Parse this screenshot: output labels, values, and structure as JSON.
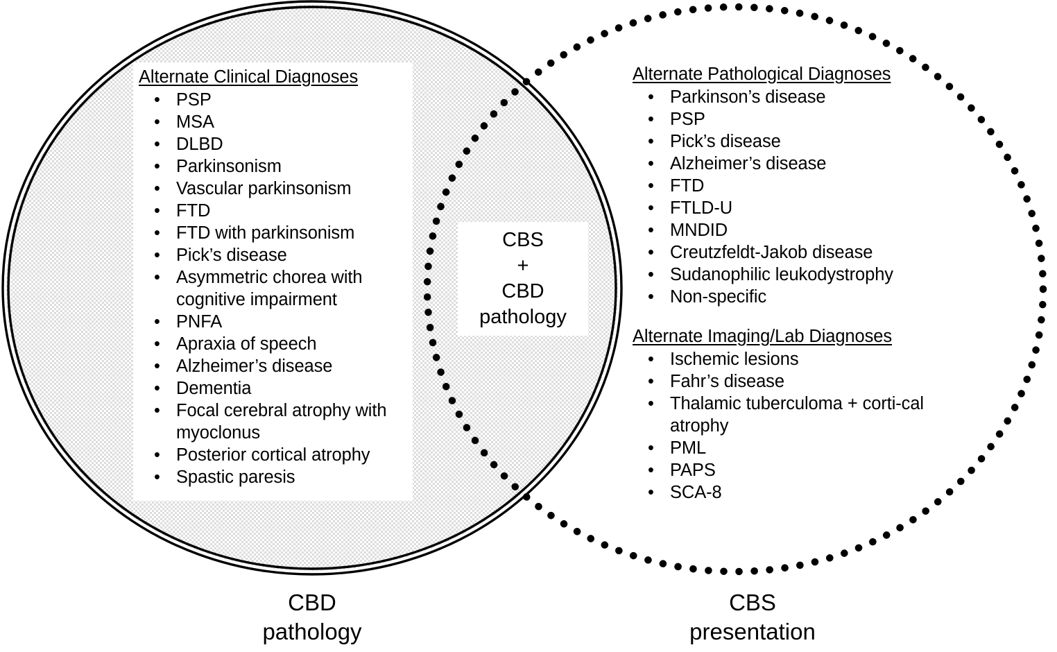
{
  "diagram": {
    "type": "venn",
    "title_hidden": "",
    "left_set": {
      "caption_line1": "CBD",
      "caption_line2": "pathology",
      "fill": "#f2f2f2",
      "stroke": "#000000",
      "stroke_style": "double-solid"
    },
    "right_set": {
      "caption_line1": "CBS",
      "caption_line2": "presentation",
      "fill": "none",
      "stroke": "#000000",
      "stroke_style": "dotted"
    },
    "intersection": {
      "line1": "CBS",
      "line2": "+",
      "line3": "CBD",
      "line4": "pathology"
    }
  },
  "left_panel": {
    "heading": "Alternate Clinical Diagnoses",
    "bullet_glyph": "•",
    "items": [
      "PSP",
      "MSA",
      "DLBD",
      "Parkinsonism",
      "Vascular parkinsonism",
      "FTD",
      "FTD with parkinsonism",
      "Pick’s disease",
      "Asymmetric chorea with cognitive impairment",
      "PNFA",
      "Apraxia of speech",
      "Alzheimer’s disease",
      "Dementia",
      "Focal cerebral atrophy with myoclonus",
      "Posterior cortical atrophy",
      "Spastic paresis"
    ]
  },
  "right_panel": {
    "group1": {
      "heading": "Alternate Pathological Diagnoses",
      "items": [
        "Parkinson’s disease",
        "PSP",
        "Pick’s disease",
        "Alzheimer’s disease",
        "FTD",
        "FTLD-U",
        "MNDID",
        "Creutzfeldt-Jakob disease",
        "Sudanophilic leukodystrophy",
        "Non-specific"
      ]
    },
    "group2": {
      "heading": "Alternate Imaging/Lab Diagnoses",
      "items": [
        "Ischemic lesions",
        "Fahr’s disease",
        "Thalamic tuberculoma + corti-cal atrophy",
        "PML",
        "PAPS",
        "SCA-8"
      ]
    }
  }
}
